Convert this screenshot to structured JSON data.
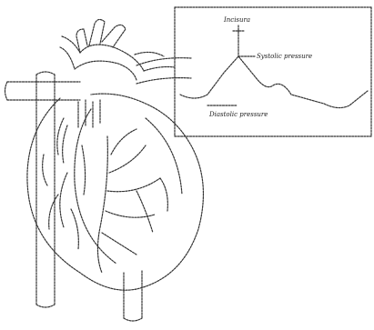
{
  "inset": {
    "top_label": "Incisura",
    "right_label": "Systolic pressure",
    "bottom_label": "Diastolic pressure"
  },
  "colors": {
    "ink": "#333333",
    "background": "#ffffff"
  }
}
